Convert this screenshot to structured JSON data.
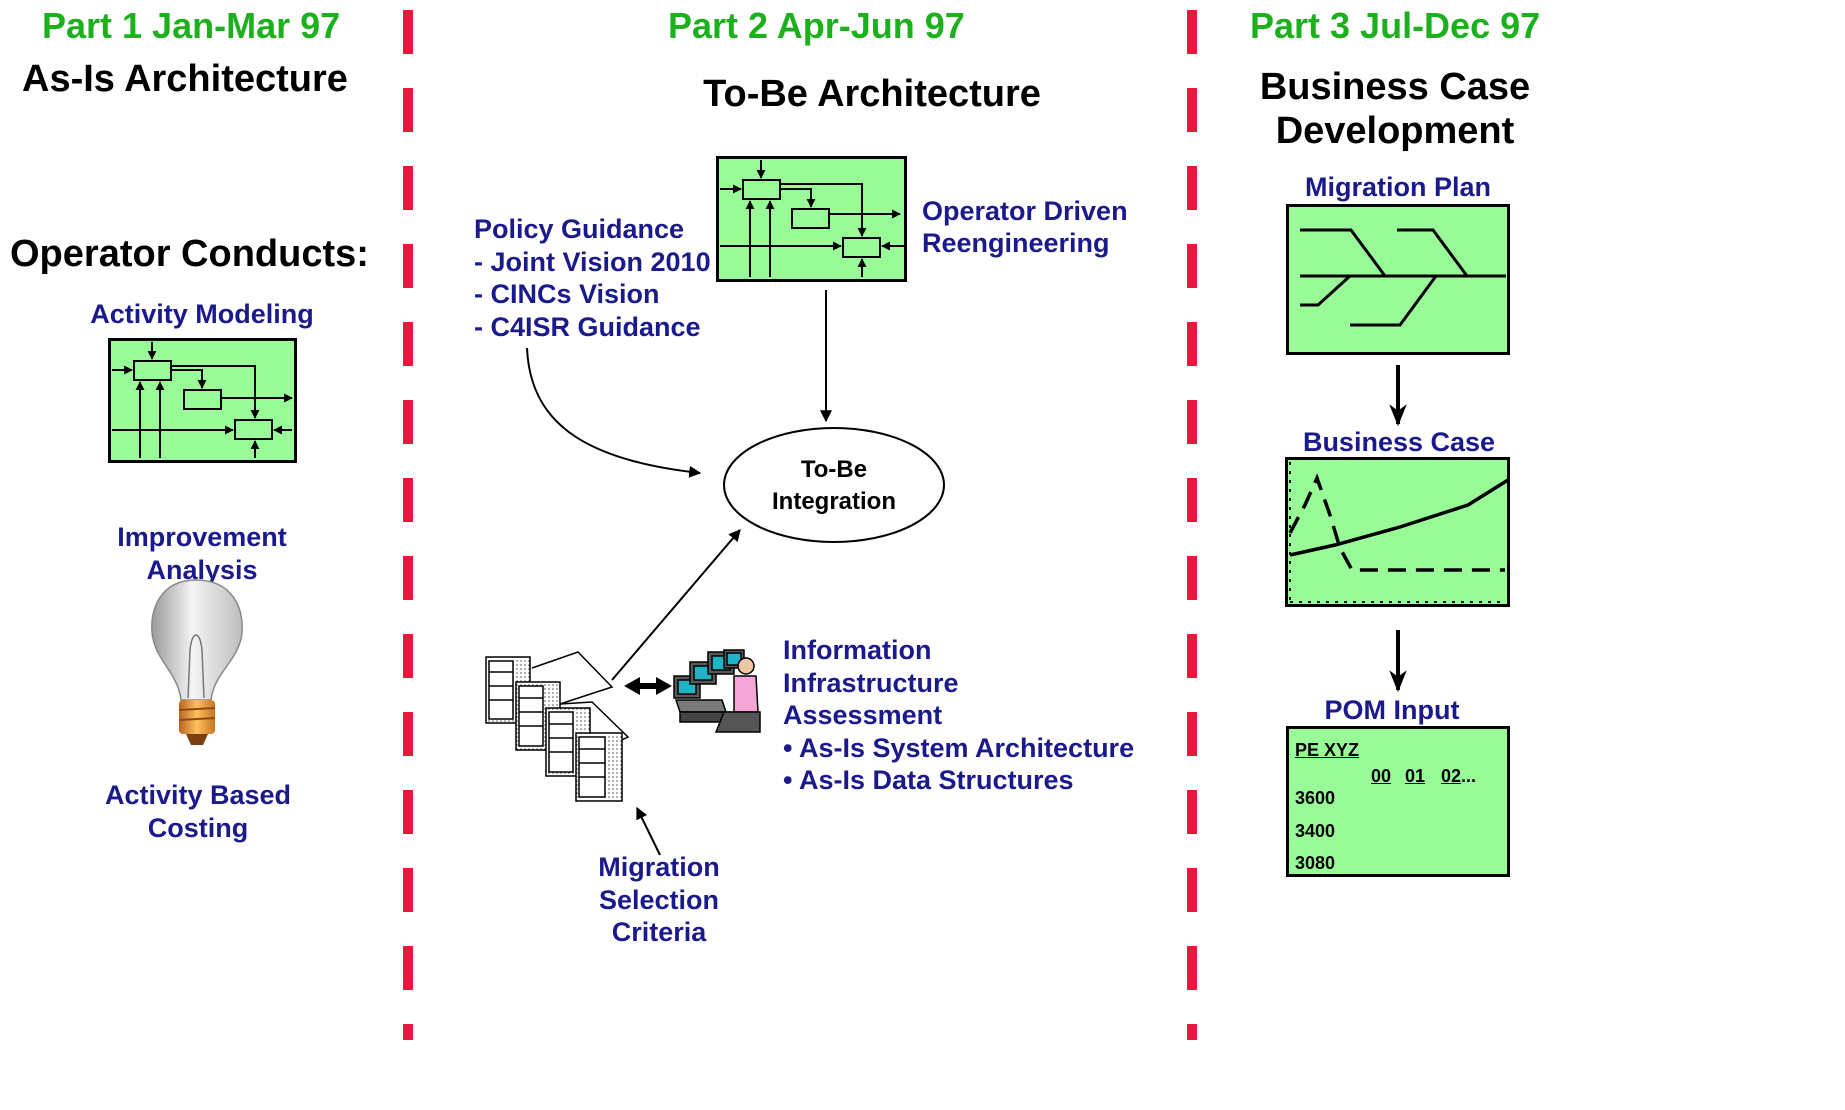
{
  "phases": [
    {
      "label": "Part 1  Jan-Mar 97"
    },
    {
      "label": "Part 2  Apr-Jun 97"
    },
    {
      "label": "Part 3  Jul-Dec 97"
    }
  ],
  "part1": {
    "heading": "As-Is Architecture",
    "operator_conducts": "Operator Conducts:",
    "activity_modeling": "Activity Modeling",
    "improvement_1": "Improvement",
    "improvement_2": "Analysis",
    "abc_1": "Activity Based",
    "abc_2": "Costing"
  },
  "part2": {
    "heading": "To-Be Architecture",
    "operator_driven_1": "Operator Driven",
    "operator_driven_2": "Reengineering",
    "policy": [
      "Policy Guidance",
      "- Joint Vision 2010",
      "- CINCs Vision",
      "- C4ISR Guidance"
    ],
    "integration_1": "To-Be",
    "integration_2": "Integration",
    "info_infra": [
      "Information",
      "Infrastructure",
      "Assessment",
      "• As-Is System Architecture",
      "• As-Is Data Structures"
    ],
    "migration_criteria": [
      "Migration",
      "Selection",
      "Criteria"
    ]
  },
  "part3": {
    "heading_1": "Business Case",
    "heading_2": "Development",
    "migration_plan": "Migration Plan",
    "business_case": "Business Case",
    "pom_input": "POM Input",
    "pom_table": {
      "program": "PE XYZ",
      "years": [
        "00",
        "01",
        "02"
      ],
      "years_suffix": "...",
      "rows": [
        "3600",
        "3400",
        "3080"
      ]
    }
  },
  "colors": {
    "phase_green": "#1cb11c",
    "divider_red": "#e8193c",
    "label_blue": "#1a1a8c",
    "box_green": "#98fb98"
  },
  "icons": [
    "lightbulb-icon",
    "server-rack-icon",
    "operator-workstation-icon",
    "double-arrow-icon"
  ]
}
